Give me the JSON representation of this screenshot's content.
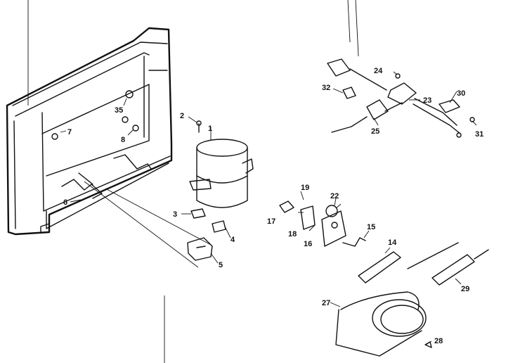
{
  "callouts": {
    "c2": "2",
    "c3": "3",
    "c4": "4",
    "c5": "5",
    "c6": "6",
    "c7": "7",
    "c8": "8",
    "c14": "14",
    "c15": "15",
    "c16": "16",
    "c17": "17",
    "c18": "18",
    "c19": "19",
    "c22": "22",
    "c23": "23",
    "c24": "24",
    "c25": "25",
    "c27": "27",
    "c28": "28",
    "c29": "29",
    "c30": "30",
    "c31": "31",
    "c32": "32",
    "c35": "35",
    "c1": "1"
  }
}
